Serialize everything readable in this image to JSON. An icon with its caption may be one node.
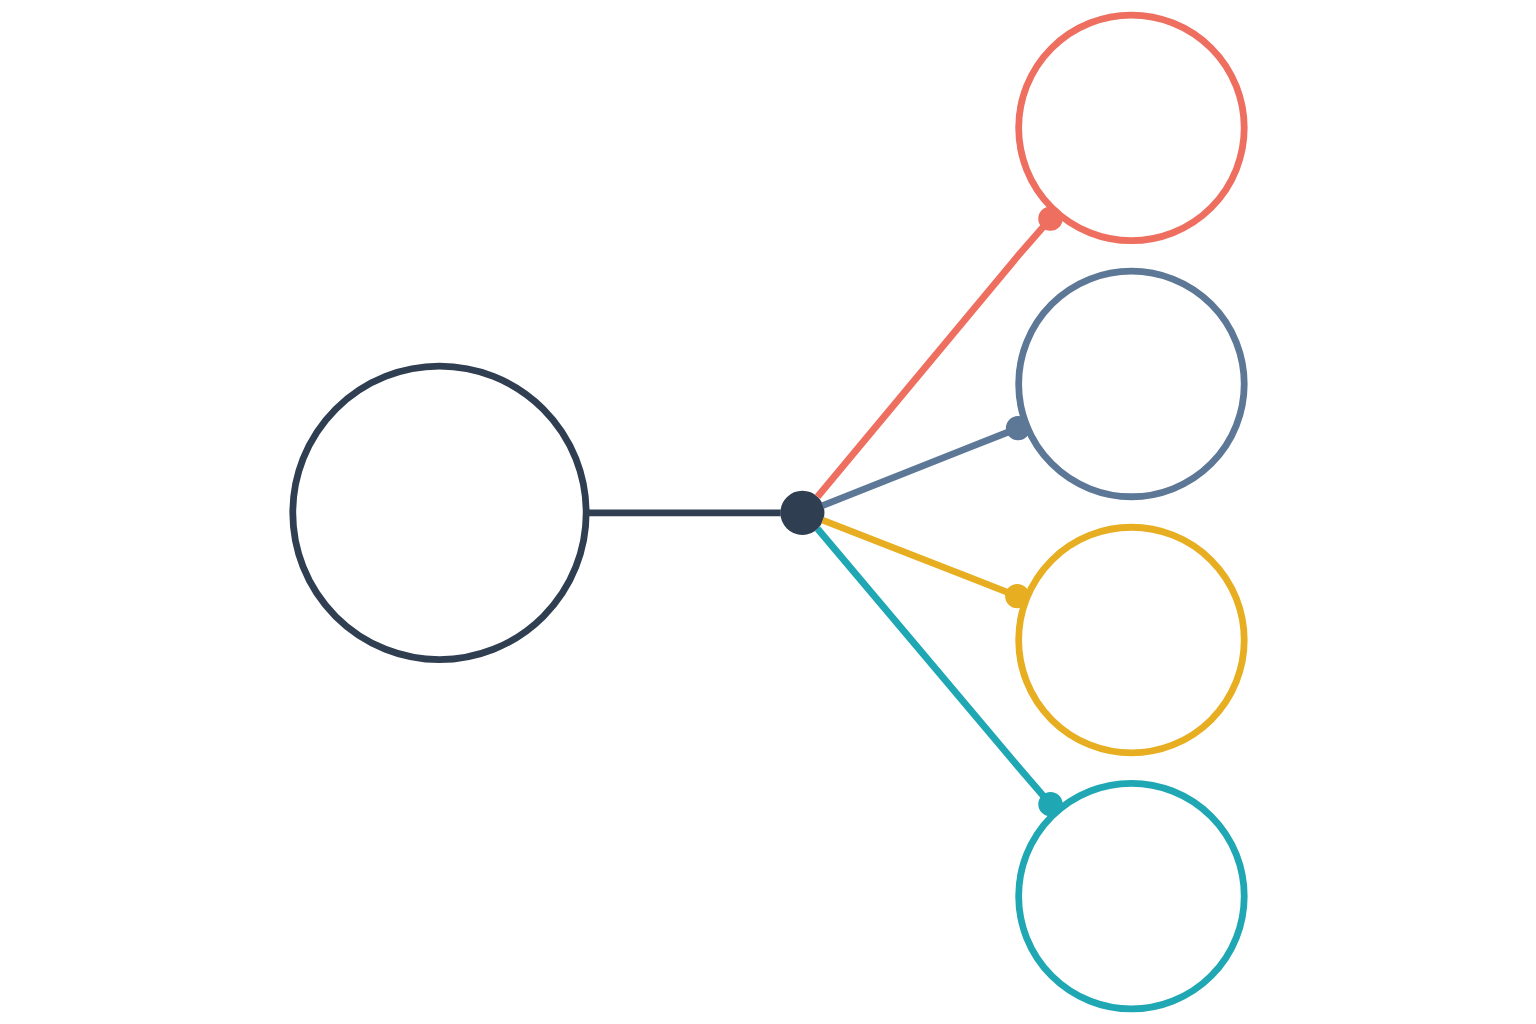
{
  "diagram": {
    "nodes": [
      {
        "text": [],
        "shape": "circle"
      },
      {
        "text": [],
        "shape": "circle"
      },
      {
        "text": [],
        "shape": "circle"
      },
      {
        "text": [],
        "shape": "circle"
      },
      {
        "text": [],
        "shape": "circle"
      },
      {
        "text": [],
        "shape": "circle"
      }
    ],
    "edges": [
      {
        "from": 0,
        "to": 1,
        "arrow": "none",
        "color": "#2f3e50"
      },
      {
        "from": 1,
        "to": 2,
        "arrow": "other",
        "color": "#ee6f5f"
      },
      {
        "from": 1,
        "to": 3,
        "arrow": "other",
        "color": "#5d7896"
      },
      {
        "from": 1,
        "to": 4,
        "arrow": "other",
        "color": "#e8ae22"
      },
      {
        "from": 1,
        "to": 5,
        "arrow": "other",
        "color": "#1fa7b3"
      }
    ]
  }
}
